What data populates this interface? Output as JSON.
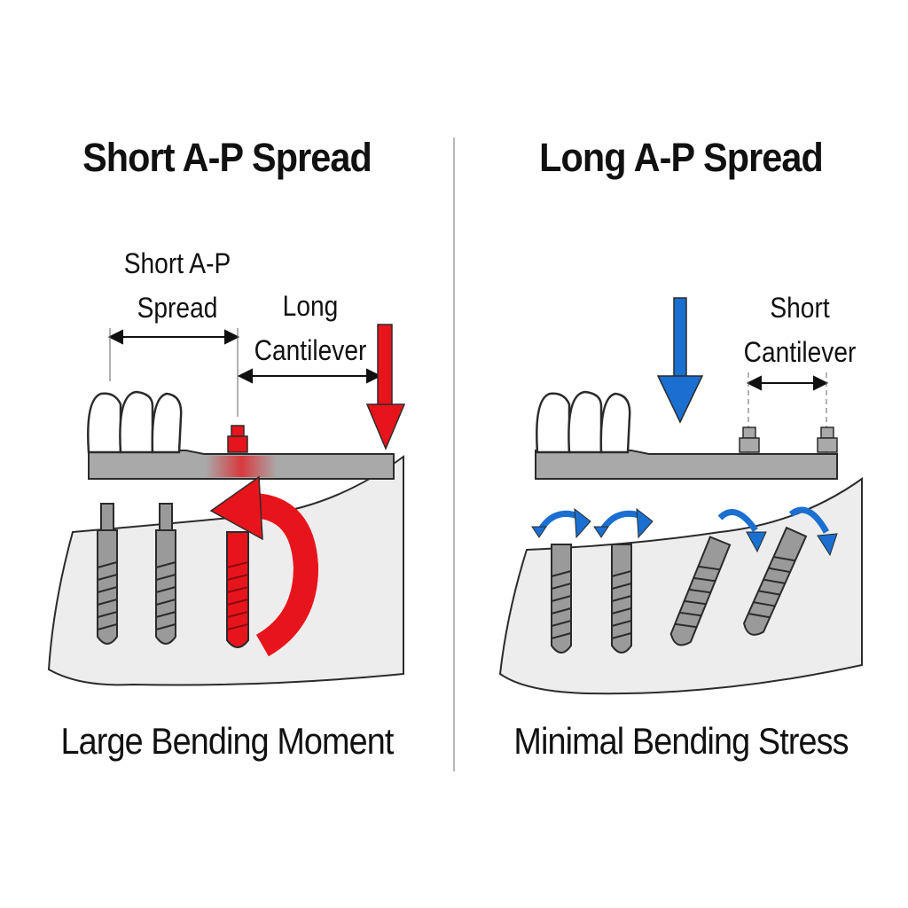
{
  "left": {
    "title": "Short A-P Spread",
    "label_spread": "Short A-P\nSpread",
    "label_spread_line1": "Short A-P",
    "label_spread_line2": "Spread",
    "label_cantilever_line1": "Long",
    "label_cantilever_line2": "Cantilever",
    "caption": "Large Bending Moment",
    "load_color": "#e8141b"
  },
  "right": {
    "title": "Long A-P Spread",
    "label_cantilever_line1": "Short",
    "label_cantilever_line2": "Cantilever",
    "caption": "Minimal Bending Stress",
    "load_color": "#1a6fd0"
  },
  "colors": {
    "implant": "#9a9a9a",
    "bar": "#a9a9a9",
    "bone": "#ededed",
    "outline": "#2b2b2b"
  }
}
